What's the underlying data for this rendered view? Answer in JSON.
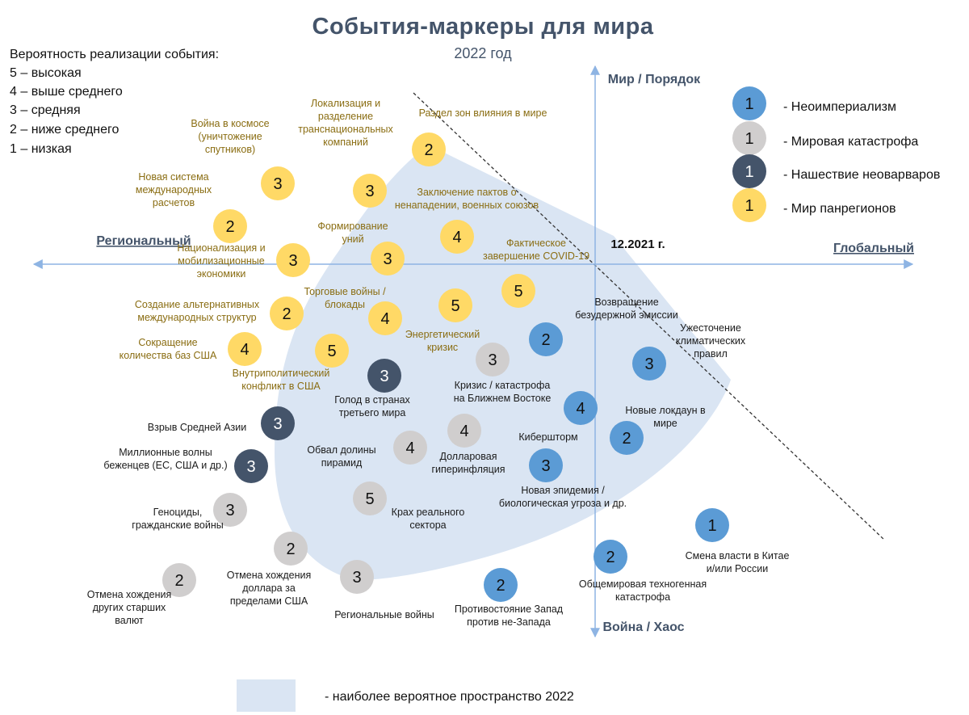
{
  "title": "События-маркеры для мира",
  "subtitle": "2022 год",
  "scale": {
    "heading": "Вероятность реализации события:",
    "levels": [
      "5 – высокая",
      "4 – выше среднего",
      "3 – средняя",
      "2 – ниже среднего",
      "1 – низкая"
    ]
  },
  "axes": {
    "top": "Мир / Порядок",
    "bottom": "Война / Хаос",
    "left": "Региональный",
    "right": "Глобальный",
    "origin": "12.2021 г."
  },
  "colors": {
    "neoimperialism": "#5b9bd5",
    "catastrophe": "#d0cece",
    "neobarbarians": "#44546a",
    "panregions": "#ffd966",
    "region": "#dae5f3",
    "axis": "#8eb4e3"
  },
  "legend": [
    {
      "number": "1",
      "category": "neoimperialism",
      "label": "- Неоимпериализм"
    },
    {
      "number": "1",
      "category": "catastrophe",
      "label": "- Мировая катастрофа"
    },
    {
      "number": "1",
      "category": "neobarbarians",
      "label": "- Нашествие неоварваров"
    },
    {
      "number": "1",
      "category": "panregions",
      "label": "- Мир панрегионов"
    }
  ],
  "footnote": "- наиболее вероятное пространство 2022",
  "events": [
    {
      "category": "panregions",
      "value": "2",
      "label": [
        "Раздел зон влияния в мире"
      ]
    },
    {
      "category": "panregions",
      "value": "3",
      "label": [
        "Война в космосе",
        "(уничтожение",
        "спутников)"
      ]
    },
    {
      "category": "panregions",
      "value": "3",
      "label": [
        "Локализация и",
        "разделение",
        "транснациональных",
        "компаний"
      ]
    },
    {
      "category": "panregions",
      "value": "2",
      "label": [
        "Новая система",
        "международных",
        "расчетов"
      ]
    },
    {
      "category": "panregions",
      "value": "4",
      "label": [
        "Заключение пактов о",
        "ненападении, военных союзов"
      ]
    },
    {
      "category": "panregions",
      "value": "3",
      "label": [
        "Формирование",
        "уний"
      ]
    },
    {
      "category": "panregions",
      "value": "3",
      "label": [
        "Национализация и",
        "мобилизационные",
        "экономики"
      ]
    },
    {
      "category": "panregions",
      "value": "5",
      "label": [
        "Фактическое",
        "завершение COVID-19"
      ]
    },
    {
      "category": "panregions",
      "value": "2",
      "label": [
        "Создание альтернативных",
        "международных структур"
      ]
    },
    {
      "category": "panregions",
      "value": "4",
      "label": [
        "Торговые войны /",
        "блокады"
      ]
    },
    {
      "category": "panregions",
      "value": "5",
      "label": [
        "Энергетический",
        "кризис"
      ]
    },
    {
      "category": "panregions",
      "value": "4",
      "label": [
        "Сокращение",
        "количества баз США"
      ]
    },
    {
      "category": "panregions",
      "value": "5",
      "label": [
        "Внутриполитический",
        "конфликт в США"
      ]
    },
    {
      "category": "neoimperialism",
      "value": "2",
      "label": [
        "Возвращение",
        "безудержной эмиссии"
      ]
    },
    {
      "category": "neoimperialism",
      "value": "3",
      "label": [
        "Ужесточение",
        "климатических",
        "правил"
      ]
    },
    {
      "category": "catastrophe",
      "value": "3",
      "label": [
        "Кризис / катастрофа",
        "на Ближнем Востоке"
      ]
    },
    {
      "category": "neobarbarians",
      "value": "3",
      "label": [
        "Голод в странах",
        "третьего мира"
      ]
    },
    {
      "category": "neoimperialism",
      "value": "4",
      "label": [
        "Кибершторм"
      ]
    },
    {
      "category": "neoimperialism",
      "value": "2",
      "label": [
        "Новые локдаун в",
        "мире"
      ]
    },
    {
      "category": "neobarbarians",
      "value": "3",
      "label": [
        "Взрыв Средней Азии"
      ]
    },
    {
      "category": "catastrophe",
      "value": "4",
      "label": [
        "Долларовая",
        "гиперинфляция"
      ]
    },
    {
      "category": "catastrophe",
      "value": "4",
      "label": [
        "Обвал долины",
        "пирамид"
      ]
    },
    {
      "category": "neobarbarians",
      "value": "3",
      "label": [
        "Миллионные волны",
        "беженцев (ЕС, США и др.)"
      ]
    },
    {
      "category": "neoimperialism",
      "value": "3",
      "label": [
        "Новая эпидемия /",
        "биологическая угроза и др."
      ]
    },
    {
      "category": "catastrophe",
      "value": "5",
      "label": [
        "Крах реального",
        "сектора"
      ]
    },
    {
      "category": "catastrophe",
      "value": "3",
      "label": [
        "Геноциды,",
        "гражданские войны"
      ]
    },
    {
      "category": "neoimperialism",
      "value": "1",
      "label": [
        "Смена власти в Китае",
        "и/или России"
      ]
    },
    {
      "category": "catastrophe",
      "value": "2",
      "label": [
        "Отмена хождения",
        "доллара за",
        "пределами США"
      ]
    },
    {
      "category": "neoimperialism",
      "value": "2",
      "label": [
        "Общемировая техногенная",
        "катастрофа"
      ]
    },
    {
      "category": "catastrophe",
      "value": "3",
      "label": [
        "Региональные войны"
      ]
    },
    {
      "category": "catastrophe",
      "value": "2",
      "label": [
        "Отмена хождения",
        "других старших",
        "валют"
      ]
    },
    {
      "category": "neoimperialism",
      "value": "2",
      "label": [
        "Противостояние Запад",
        "против не-Запада"
      ]
    }
  ]
}
